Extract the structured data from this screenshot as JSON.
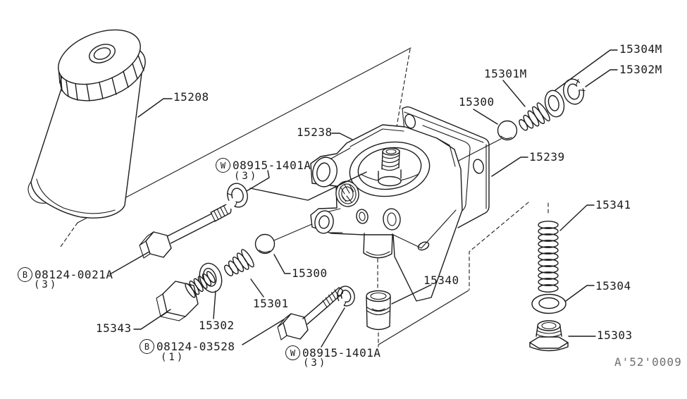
{
  "diagram": {
    "drawing_code": "A'52'0009",
    "parts": {
      "p15208": "15208",
      "p15238": "15238",
      "p15239": "15239",
      "p15300_top": "15300",
      "p15300_mid": "15300",
      "p15301m": "15301M",
      "p15304m": "15304M",
      "p15302m": "15302M",
      "p15301": "15301",
      "p15302": "15302",
      "p15343": "15343",
      "p15340": "15340",
      "p15341": "15341",
      "p15304": "15304",
      "p15303": "15303",
      "bolt_0021a": {
        "prefix": "B",
        "number": "08124-0021A",
        "qty": "(3)"
      },
      "bolt_03528": {
        "prefix": "B",
        "number": "08124-03528",
        "qty": "(1)"
      },
      "washer_1401a_top": {
        "prefix": "W",
        "number": "08915-1401A",
        "qty": "(3)"
      },
      "washer_1401a_bottom": {
        "prefix": "W",
        "number": "08915-1401A",
        "qty": "(3)"
      }
    }
  }
}
